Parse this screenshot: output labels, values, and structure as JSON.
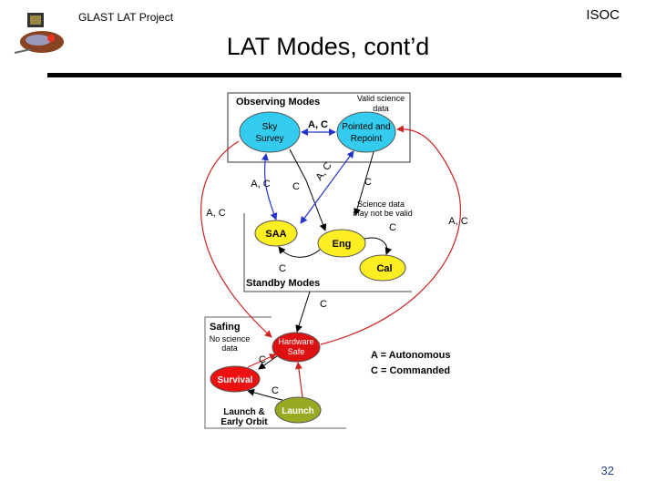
{
  "header": {
    "project": "GLAST LAT Project",
    "org": "ISOC",
    "title": "LAT Modes, cont’d",
    "page_number": "32"
  },
  "diagram": {
    "observing_group": {
      "title": "Observing Modes",
      "note_line1": "Valid science",
      "note_line2": "data"
    },
    "standby_group": {
      "title": "Standby Modes"
    },
    "safing_group": {
      "title": "Safing",
      "note_line1": "No science",
      "note_line2": "data"
    },
    "launch_group": {
      "title_line1": "Launch &",
      "title_line2": "Early Orbit"
    },
    "nodes": {
      "sky_survey": {
        "line1": "Sky",
        "line2": "Survey"
      },
      "pointed": {
        "line1": "Pointed and",
        "line2": "Repoint"
      },
      "saa": {
        "label": "SAA"
      },
      "eng": {
        "label": "Eng"
      },
      "cal": {
        "label": "Cal"
      },
      "hardware_safe": {
        "line1": "Hardware",
        "line2": "Safe"
      },
      "survival": {
        "label": "Survival"
      },
      "launch": {
        "label": "Launch"
      }
    },
    "edge_labels": {
      "sky_pointed": "A, C",
      "saa_sky": "A, C",
      "sky_down": "C",
      "eng_up": "A, C",
      "pointed_down": "C",
      "left_loop": "A, C",
      "right_loop": "A, C",
      "eng_cal": "C",
      "saa_eng": "C",
      "standby_safe": "C",
      "safe_survival": "C",
      "survival_launch": "C"
    },
    "science_note": {
      "line1": "Science data",
      "line2": "may not be valid"
    },
    "legend": {
      "auto": "A = Autonomous",
      "commanded": "C = Commanded"
    },
    "colors": {
      "observing": "#33ccee",
      "saa": "#ffee22",
      "hardware_safe": "#dd1111",
      "survival": "#ee1111",
      "launch": "#99aa22",
      "blue_arrow": "#2233cc",
      "red_arrow": "#cc2222",
      "black_arrow": "#000000"
    }
  }
}
